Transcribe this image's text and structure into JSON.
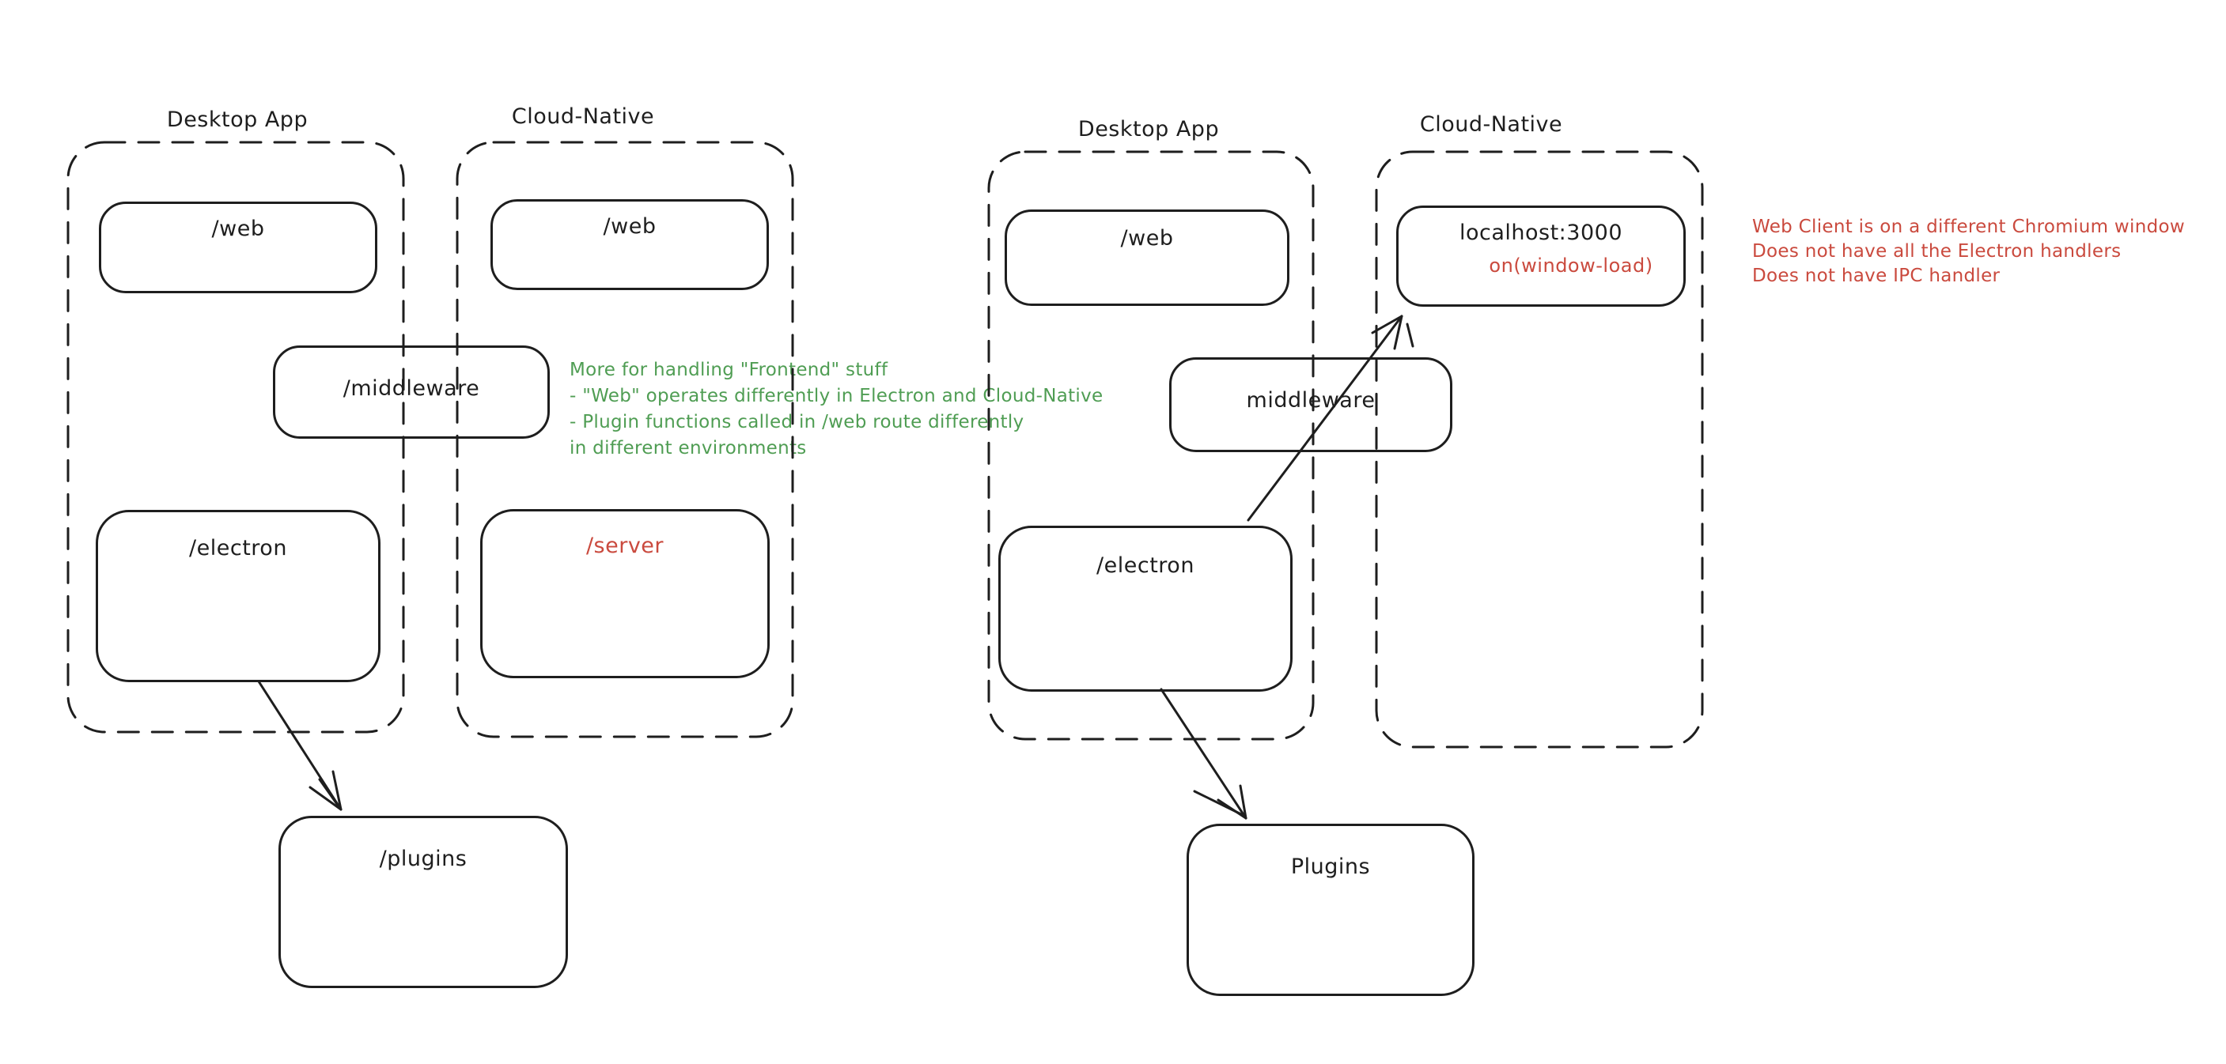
{
  "palette": {
    "ink": "#1e1e1e",
    "red": "#ca4a3e",
    "green": "#4f9d53",
    "background": "#ffffff"
  },
  "left": {
    "desktop": {
      "title": "Desktop App",
      "web": "/web",
      "electron": "/electron"
    },
    "cloud": {
      "title": "Cloud-Native",
      "web": "/web",
      "server": "/server"
    },
    "middleware": "/middleware",
    "plugins": "/plugins",
    "note_green": {
      "lines": [
        "More for handling \"Frontend\" stuff",
        "- \"Web\" operates differently in Electron and Cloud-Native",
        "- Plugin functions called in /web route differently",
        "in different environments"
      ]
    }
  },
  "right": {
    "desktop": {
      "title": "Desktop App",
      "web": "/web",
      "electron": "/electron"
    },
    "cloud": {
      "title": "Cloud-Native",
      "localhost": "localhost:3000",
      "on_window_load": "on(window-load)"
    },
    "middleware": "middleware",
    "plugins": "Plugins",
    "note_red": {
      "lines": [
        "Web Client is on a different Chromium window",
        "Does not have all the Electron handlers",
        "Does not have IPC handler"
      ]
    }
  }
}
